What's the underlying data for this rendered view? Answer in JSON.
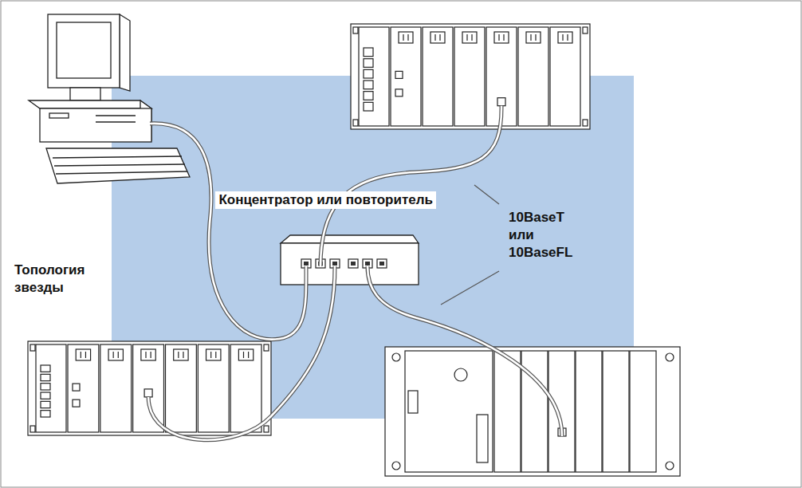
{
  "diagram": {
    "nodes": [
      {
        "text": [
          "Концентратор или повторитель"
        ]
      }
    ],
    "labels": [
      "10BaseT или 10BaseFL",
      "Топология звезды"
    ]
  }
}
